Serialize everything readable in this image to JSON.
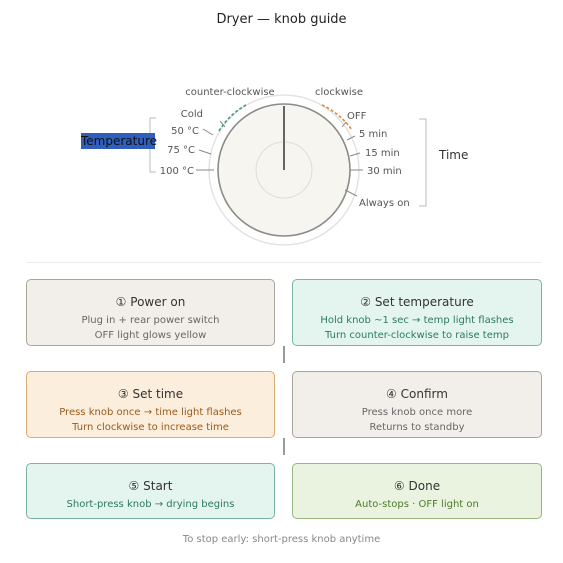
{
  "title": "Dryer — knob guide",
  "knob": {
    "direction_left": "counter-clockwise",
    "direction_right": "clockwise",
    "group_left": "Temperature",
    "group_right": "Time",
    "temperature_marks": [
      "Cold",
      "50 °C",
      "75 °C",
      "100 °C"
    ],
    "time_marks": [
      "OFF",
      "5 min",
      "15 min",
      "30 min",
      "Always on"
    ]
  },
  "steps": [
    {
      "number": "①",
      "title": "Power on",
      "lines": [
        "Plug in + rear power switch",
        "OFF light glows yellow"
      ],
      "color": "#f2efea"
    },
    {
      "number": "②",
      "title": "Set temperature",
      "lines": [
        "Hold knob ~1 sec → temp light flashes",
        "Turn counter-clockwise to raise temp"
      ],
      "color": "#e4f4ee"
    },
    {
      "number": "③",
      "title": "Set time",
      "lines": [
        "Press knob once → time light flashes",
        "Turn clockwise to increase time"
      ],
      "color": "#fbeedc"
    },
    {
      "number": "④",
      "title": "Confirm",
      "lines": [
        "Press knob once more",
        "Returns to standby"
      ],
      "color": "#f2efea"
    },
    {
      "number": "⑤",
      "title": "Start",
      "lines": [
        "Short-press knob → drying begins"
      ],
      "color": "#e4f4ee"
    },
    {
      "number": "⑥",
      "title": "Done",
      "lines": [
        "Auto-stops · OFF light on"
      ],
      "color": "#eaf3e0"
    }
  ],
  "footnote": "To stop early: short-press knob anytime",
  "colors": {
    "ccw_arc": "#3f9e7e",
    "cw_arc": "#d9893a",
    "knob_face": "#f6f5f0",
    "knob_rim": "#8c8c86"
  }
}
